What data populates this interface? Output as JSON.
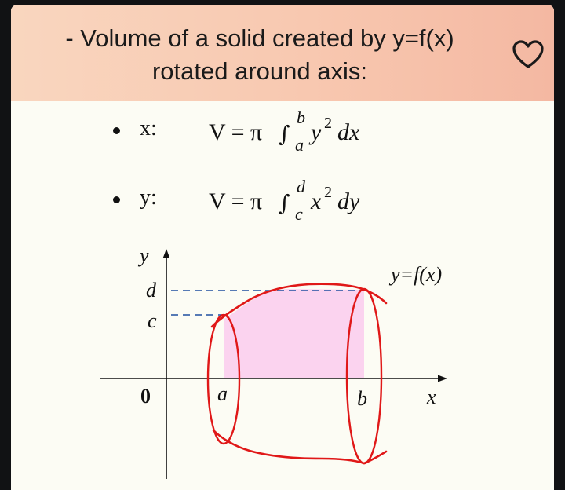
{
  "header": {
    "title_line1": "- Volume of a solid created by y=f(x)",
    "title_line2": "rotated around axis:"
  },
  "rules": [
    {
      "axis_label": "x:",
      "lhs": "V = π",
      "upper": "b",
      "lower": "a",
      "integrand": "y",
      "power": "2",
      "differential": "dx"
    },
    {
      "axis_label": "y:",
      "lhs": "V = π",
      "upper": "d",
      "lower": "c",
      "integrand": "x",
      "power": "2",
      "differential": "dy"
    }
  ],
  "diagram": {
    "y_axis_label": "y",
    "x_axis_label": "x",
    "origin_label": "0",
    "label_d": "d",
    "label_c": "c",
    "label_a": "a",
    "label_b": "b",
    "curve_label": "y=f(x)"
  },
  "colors": {
    "curve": "#e01818",
    "fill": "#fbd3ef",
    "dashed": "#1f4fa0",
    "heart": "#1a1a1a"
  }
}
